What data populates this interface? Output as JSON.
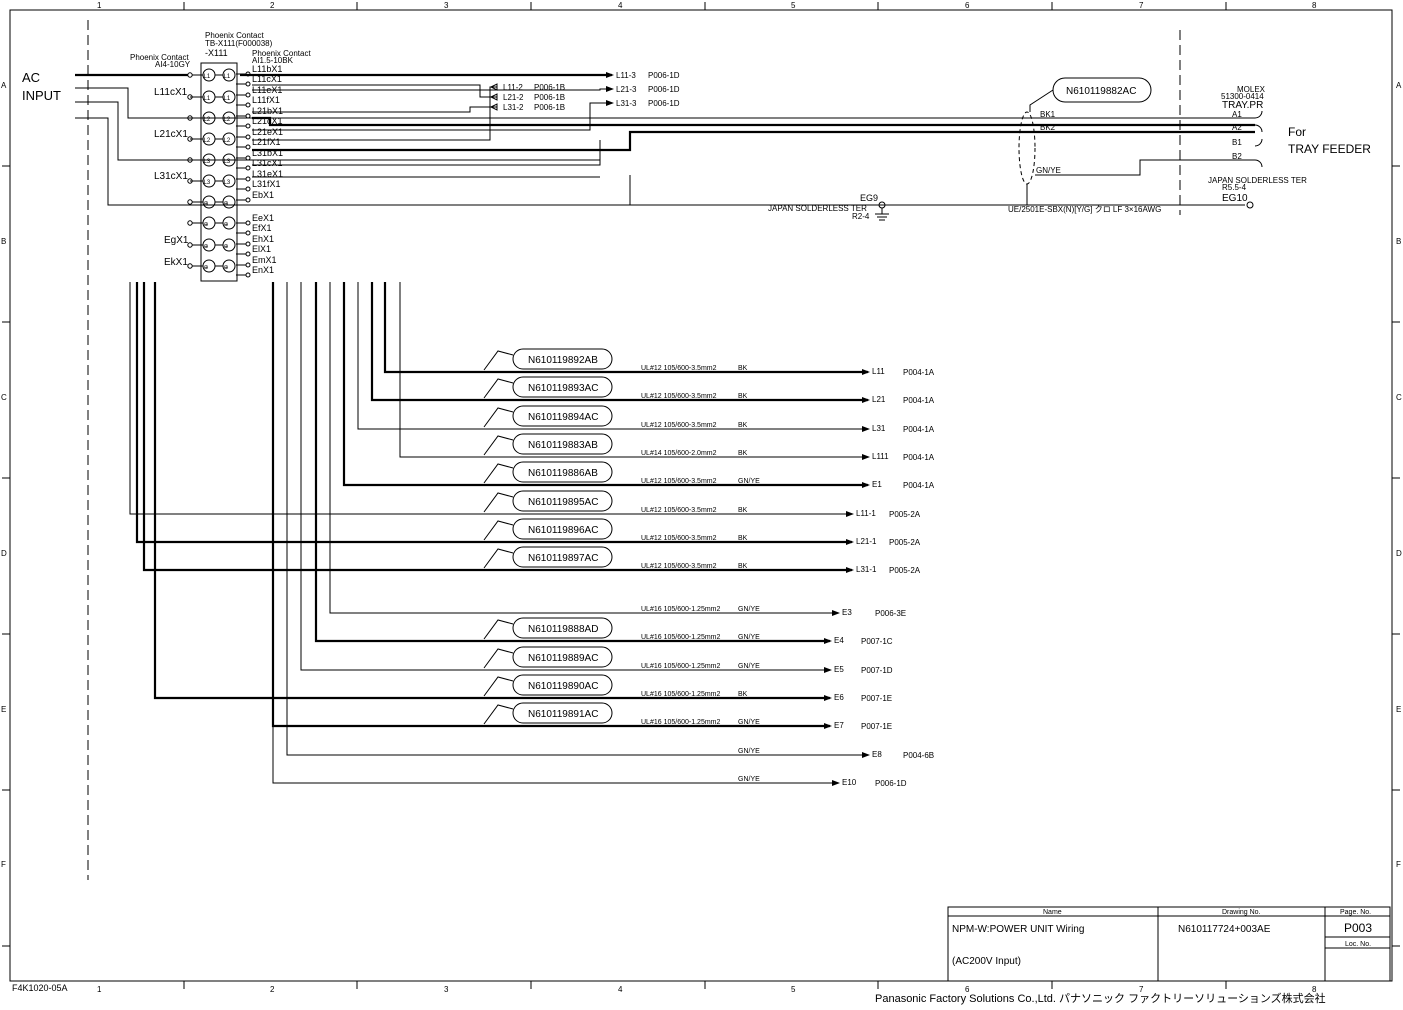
{
  "drawing": {
    "grid_columns": [
      "1",
      "2",
      "3",
      "4",
      "5",
      "6",
      "7",
      "8"
    ],
    "grid_rows": [
      "A",
      "B",
      "C",
      "D",
      "E",
      "F"
    ],
    "form_code": "F4K1020-05A",
    "company": "Panasonic Factory Solutions Co.,Ltd. パナソニック ファクトリーソリューションズ株式会社"
  },
  "title_block": {
    "name_header": "Name",
    "name_line1": "NPM-W:POWER UNIT Wiring",
    "name_line2": "(AC200V Input)",
    "drawing_no_header": "Drawing No.",
    "drawing_no": "N610117724+003AE",
    "page_no_header": "Page. No.",
    "page_no": "P003",
    "loc_no_header": "Loc. No."
  },
  "left": {
    "ac_input": [
      "AC",
      "INPUT"
    ],
    "ferrule_label": [
      "Phoenix Contact",
      "AI4-10GY"
    ],
    "terminal_label": [
      "Phoenix Contact",
      "TB-X111(F000038)",
      "-X111"
    ],
    "ferrule_label2": [
      "Phoenix Contact",
      "AI1.5-10BK"
    ],
    "left_wires": [
      "L11cX1",
      "L21cX1",
      "L31cX1",
      "EgX1",
      "EkX1"
    ],
    "terminal_left": [
      "L1",
      "L1",
      "L2",
      "L2",
      "L3",
      "L3",
      "⊕",
      "⊕",
      "⊕",
      "⊕",
      "⊕"
    ],
    "terminal_right": [
      "L1",
      "L1",
      "L2",
      "L2",
      "L3",
      "L3",
      "⊕",
      "⊕",
      "⊕",
      "⊕",
      "⊕"
    ],
    "right_wires": [
      "L11bX1",
      "L11cX1",
      "L11eX1",
      "L11fX1",
      "L21bX1",
      "L21cX1",
      "L21eX1",
      "L21fX1",
      "L31bX1",
      "L31cX1",
      "L31eX1",
      "L31fX1",
      "EbX1",
      "EeX1",
      "EfX1",
      "EhX1",
      "ElX1",
      "EmX1",
      "EnX1"
    ]
  },
  "top_refs": {
    "inner": [
      {
        "wire": "L11-2",
        "ref": "P006-1B"
      },
      {
        "wire": "L21-2",
        "ref": "P006-1B"
      },
      {
        "wire": "L31-2",
        "ref": "P006-1B"
      }
    ],
    "outer": [
      {
        "wire": "L11-3",
        "ref": "P006-1D"
      },
      {
        "wire": "L21-3",
        "ref": "P006-1D"
      },
      {
        "wire": "L31-3",
        "ref": "P006-1D"
      }
    ]
  },
  "tray": {
    "cable_id": "N610119882AC",
    "wires": [
      "BK1",
      "BK2",
      "GN/YE"
    ],
    "molex": [
      "MOLEX",
      "51300-0414",
      "TRAY.PR"
    ],
    "pins": [
      "A1",
      "A2",
      "B1",
      "B2"
    ],
    "for_label": [
      "For",
      "TRAY FEEDER"
    ],
    "eg9": "EG9",
    "eg9_term": [
      "JAPAN SOLDERLESS TER",
      "R2-4"
    ],
    "cable_spec": "UE/2501E-SBX(N)[Y/G] クロ LF 3×16AWG",
    "eg10_term": [
      "JAPAN SOLDERLESS TER",
      "R5.5-4"
    ],
    "eg10": "EG10"
  },
  "cables": [
    {
      "id": "N610119892AB",
      "spec": "UL#12 105/600-3.5mm2",
      "color": "BK",
      "dest": "L11",
      "ref": "P004-1A"
    },
    {
      "id": "N610119893AC",
      "spec": "UL#12 105/600-3.5mm2",
      "color": "BK",
      "dest": "L21",
      "ref": "P004-1A"
    },
    {
      "id": "N610119894AC",
      "spec": "UL#12 105/600-3.5mm2",
      "color": "BK",
      "dest": "L31",
      "ref": "P004-1A"
    },
    {
      "id": "N610119883AB",
      "spec": "UL#14 105/600-2.0mm2",
      "color": "BK",
      "dest": "L111",
      "ref": "P004-1A"
    },
    {
      "id": "N610119886AB",
      "spec": "UL#12 105/600-3.5mm2",
      "color": "GN/YE",
      "dest": "E1",
      "ref": "P004-1A"
    },
    {
      "id": "N610119895AC",
      "spec": "UL#12 105/600-3.5mm2",
      "color": "BK",
      "dest": "L11-1",
      "ref": "P005-2A"
    },
    {
      "id": "N610119896AC",
      "spec": "UL#12 105/600-3.5mm2",
      "color": "BK",
      "dest": "L21-1",
      "ref": "P005-2A"
    },
    {
      "id": "N610119897AC",
      "spec": "UL#12 105/600-3.5mm2",
      "color": "BK",
      "dest": "L31-1",
      "ref": "P005-2A"
    },
    {
      "id": "",
      "spec": "UL#16 105/600-1.25mm2",
      "color": "GN/YE",
      "dest": "E3",
      "ref": "P006-3E"
    },
    {
      "id": "N610119888AD",
      "spec": "UL#16 105/600-1.25mm2",
      "color": "GN/YE",
      "dest": "E4",
      "ref": "P007-1C"
    },
    {
      "id": "N610119889AC",
      "spec": "UL#16 105/600-1.25mm2",
      "color": "GN/YE",
      "dest": "E5",
      "ref": "P007-1D"
    },
    {
      "id": "N610119890AC",
      "spec": "UL#16 105/600-1.25mm2",
      "color": "BK",
      "dest": "E6",
      "ref": "P007-1E"
    },
    {
      "id": "N610119891AC",
      "spec": "UL#16 105/600-1.25mm2",
      "color": "GN/YE",
      "dest": "E7",
      "ref": "P007-1E"
    },
    {
      "id": "",
      "spec": "",
      "color": "GN/YE",
      "dest": "E8",
      "ref": "P004-6B"
    },
    {
      "id": "",
      "spec": "",
      "color": "GN/YE",
      "dest": "E10",
      "ref": "P006-1D"
    }
  ]
}
